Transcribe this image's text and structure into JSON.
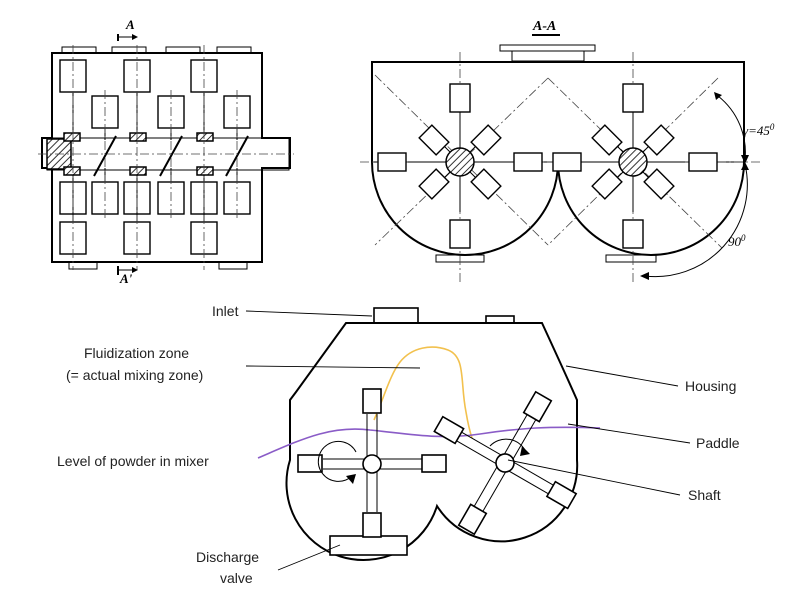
{
  "views": {
    "top_section_marker_top": "A",
    "top_section_marker_bottom": "A'",
    "section_title": "A-A",
    "angle_gamma": "γ=45",
    "angle_gamma_sup": "0",
    "angle_ninety": "90",
    "angle_ninety_sup": "0"
  },
  "labels": {
    "inlet": "Inlet",
    "fluidization_zone_line1": "Fluidization zone",
    "fluidization_zone_line2": "(= actual mixing zone)",
    "housing": "Housing",
    "paddle": "Paddle",
    "level_of_powder": "Level of powder in mixer",
    "shaft": "Shaft",
    "discharge_valve_line1": "Discharge",
    "discharge_valve_line2": "valve"
  },
  "colors": {
    "fluidization_line": "#f2c14e",
    "powder_level_line": "#8a5cc7",
    "ink": "#000000"
  }
}
